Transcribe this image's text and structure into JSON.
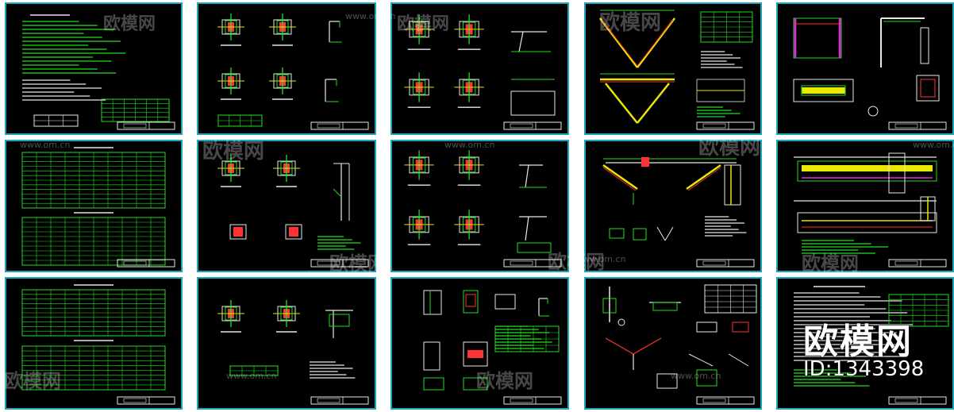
{
  "watermark": {
    "brand": "欧模网",
    "url": "www.om.cn",
    "asset_id": "ID:1343398"
  },
  "sheets": [
    {
      "name": "general-notes-sheet"
    },
    {
      "name": "column-base-details-sheet-1"
    },
    {
      "name": "beam-splice-details-sheet-1"
    },
    {
      "name": "truss-elevation-sheet"
    },
    {
      "name": "portal-frame-details-sheet"
    },
    {
      "name": "schedule-table-sheet-1"
    },
    {
      "name": "column-base-details-sheet-2"
    },
    {
      "name": "beam-splice-details-sheet-2"
    },
    {
      "name": "truss-section-sheet"
    },
    {
      "name": "beam-elevation-sheet"
    },
    {
      "name": "schedule-table-sheet-2"
    },
    {
      "name": "column-base-details-sheet-3"
    },
    {
      "name": "connection-details-sheet"
    },
    {
      "name": "misc-details-sheet"
    },
    {
      "name": "notes-and-table-sheet"
    }
  ],
  "colors": {
    "sheet_border": "#1aa7b8",
    "line_green": "#22dd22",
    "line_white": "#e8e8e8",
    "line_red": "#ff3333",
    "line_yellow": "#e8e800",
    "line_magenta": "#ee22ee",
    "line_cyan": "#22d8d8"
  }
}
